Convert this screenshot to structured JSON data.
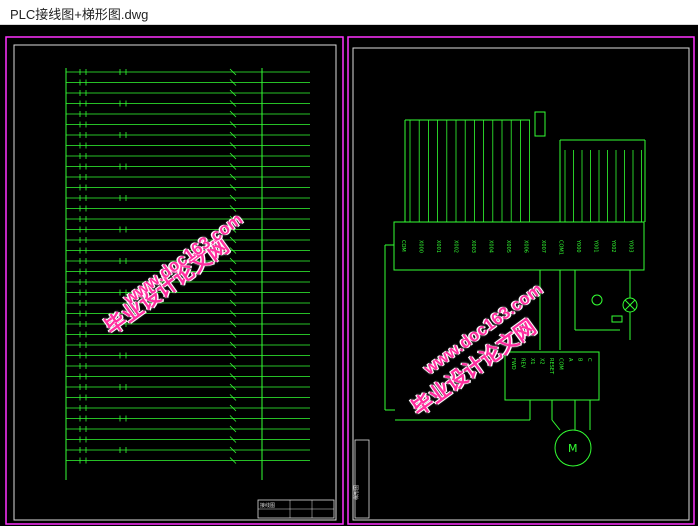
{
  "window": {
    "title": "PLC接线图+梯形图.dwg"
  },
  "drawing": {
    "left_sheet": {
      "name": "wiring-sheet",
      "title_block_label": "接线图"
    },
    "right_sheet": {
      "name": "ladder-sheet",
      "plc_labels": [
        "COM",
        "X000",
        "X001",
        "X002",
        "X003",
        "X004",
        "X005",
        "X006",
        "X007",
        "COM1",
        "Y000",
        "Y001",
        "Y002",
        "Y003"
      ],
      "inverter_labels": [
        "FWD",
        "REV",
        "X1",
        "X2",
        "RESET",
        "COM",
        "A",
        "B",
        "C"
      ],
      "motor_label": "M",
      "title_block_label": "梯形图"
    },
    "colors": {
      "line": "#33ff33",
      "border": "#ff33ff",
      "background": "#000000"
    }
  },
  "watermarks": [
    {
      "text": "毕业设计论文网"
    },
    {
      "text": "www.doc163.com"
    },
    {
      "text": "毕业设计论文网"
    },
    {
      "text": "www.doc163.com"
    }
  ]
}
